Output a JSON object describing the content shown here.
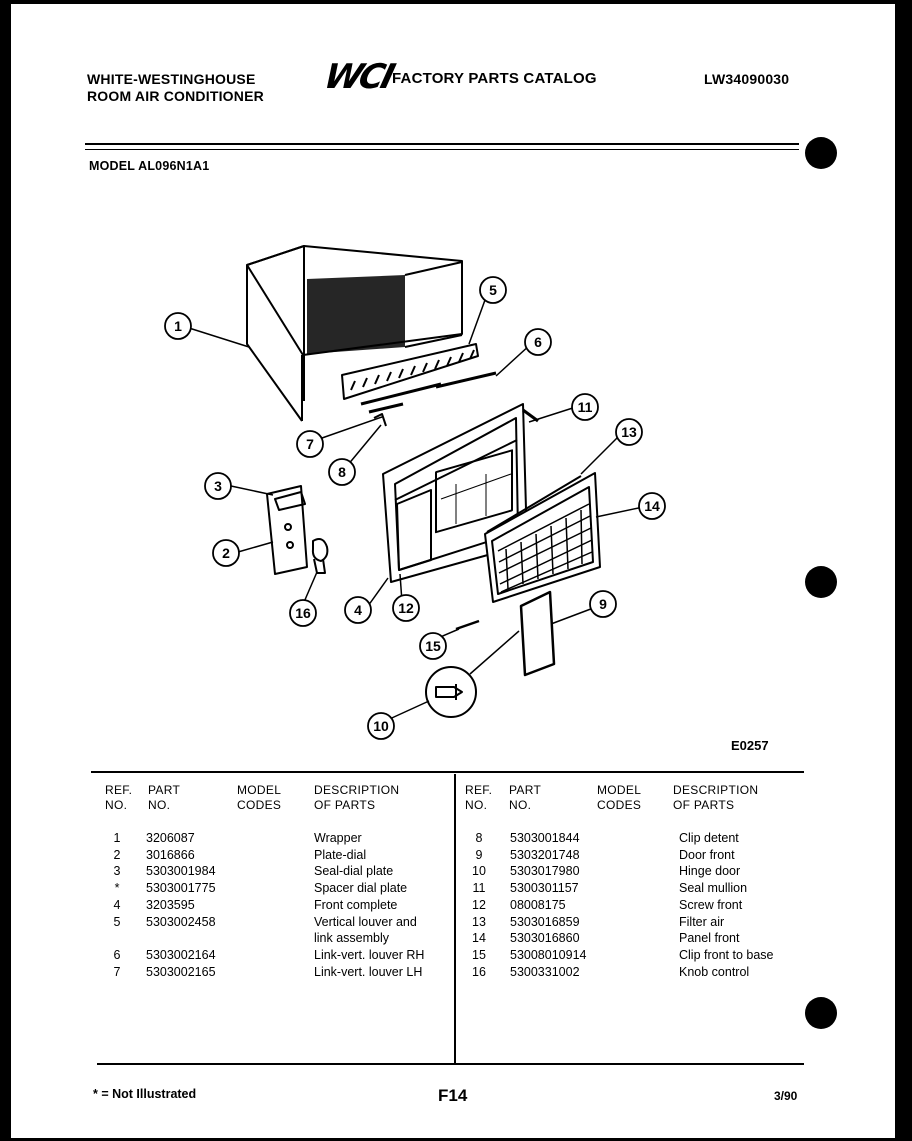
{
  "header": {
    "brand_line1": "WHITE-WESTINGHOUSE",
    "brand_line2": "ROOM AIR CONDITIONER",
    "logo": "WCI",
    "catalog_title": "FACTORY PARTS CATALOG",
    "catalog_number": "LW34090030",
    "model": "MODEL AL096N1A1"
  },
  "diagram": {
    "code": "E0257",
    "callouts": [
      "1",
      "2",
      "3",
      "4",
      "5",
      "6",
      "7",
      "8",
      "9",
      "10",
      "11",
      "12",
      "13",
      "14",
      "15",
      "16"
    ]
  },
  "table": {
    "headers": {
      "ref": "REF.\nNO.",
      "part": "PART\nNO.",
      "model": "MODEL\nCODES",
      "desc": "DESCRIPTION\nOF PARTS"
    },
    "left": [
      {
        "ref": "1",
        "part": "3206087",
        "desc": "Wrapper"
      },
      {
        "ref": "2",
        "part": "3016866",
        "desc": "Plate-dial"
      },
      {
        "ref": "3",
        "part": "5303001984",
        "desc": "Seal-dial plate"
      },
      {
        "ref": "*",
        "part": "5303001775",
        "desc": "Spacer dial plate"
      },
      {
        "ref": "4",
        "part": "3203595",
        "desc": "Front complete"
      },
      {
        "ref": "5",
        "part": "5303002458",
        "desc": "Vertical louver and"
      },
      {
        "ref": "",
        "part": "",
        "desc": "link assembly"
      },
      {
        "ref": "6",
        "part": "5303002164",
        "desc": "Link-vert. louver RH"
      },
      {
        "ref": "7",
        "part": "5303002165",
        "desc": "Link-vert. louver LH"
      }
    ],
    "right": [
      {
        "ref": "8",
        "part": "5303001844",
        "desc": "Clip detent"
      },
      {
        "ref": "9",
        "part": "5303201748",
        "desc": "Door front"
      },
      {
        "ref": "10",
        "part": "5303017980",
        "desc": "Hinge door"
      },
      {
        "ref": "11",
        "part": "5300301157",
        "desc": "Seal mullion"
      },
      {
        "ref": "12",
        "part": "08008175",
        "desc": "Screw front"
      },
      {
        "ref": "13",
        "part": "5303016859",
        "desc": "Filter air"
      },
      {
        "ref": "14",
        "part": "5303016860",
        "desc": "Panel front"
      },
      {
        "ref": "15",
        "part": "53008010914",
        "desc": "Clip front to base"
      },
      {
        "ref": "16",
        "part": "5300331002",
        "desc": "Knob control"
      }
    ]
  },
  "footer": {
    "note": "* = Not Illustrated",
    "page": "F14",
    "date": "3/90"
  }
}
